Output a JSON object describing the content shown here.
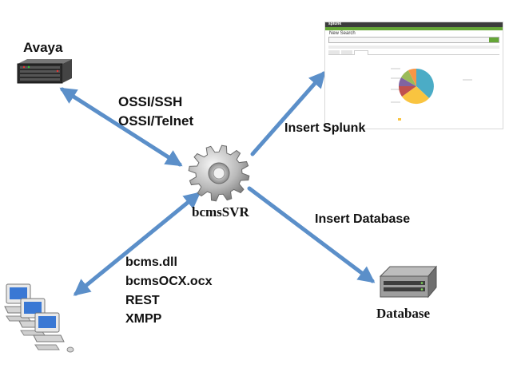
{
  "nodes": {
    "avaya": "Avaya",
    "server": "bcmsSVR",
    "database": "Database"
  },
  "connections": {
    "avaya": [
      "OSSI/SSH",
      "OSSI/Telnet"
    ],
    "splunk": "Insert Splunk",
    "database": "Insert Database",
    "clients": [
      "bcms.dll",
      "bcmsOCX.ocx",
      "REST",
      "XMPP"
    ]
  },
  "splunk_screen": {
    "logo": "splunk",
    "search_title": "New Search"
  },
  "colors": {
    "arrow": "#5b8fc9",
    "arrow_outline": "#3a6da8",
    "pie": [
      "#4bacc6",
      "#f9c440",
      "#c0504d",
      "#8064a2",
      "#9bbb59",
      "#f79646"
    ]
  }
}
